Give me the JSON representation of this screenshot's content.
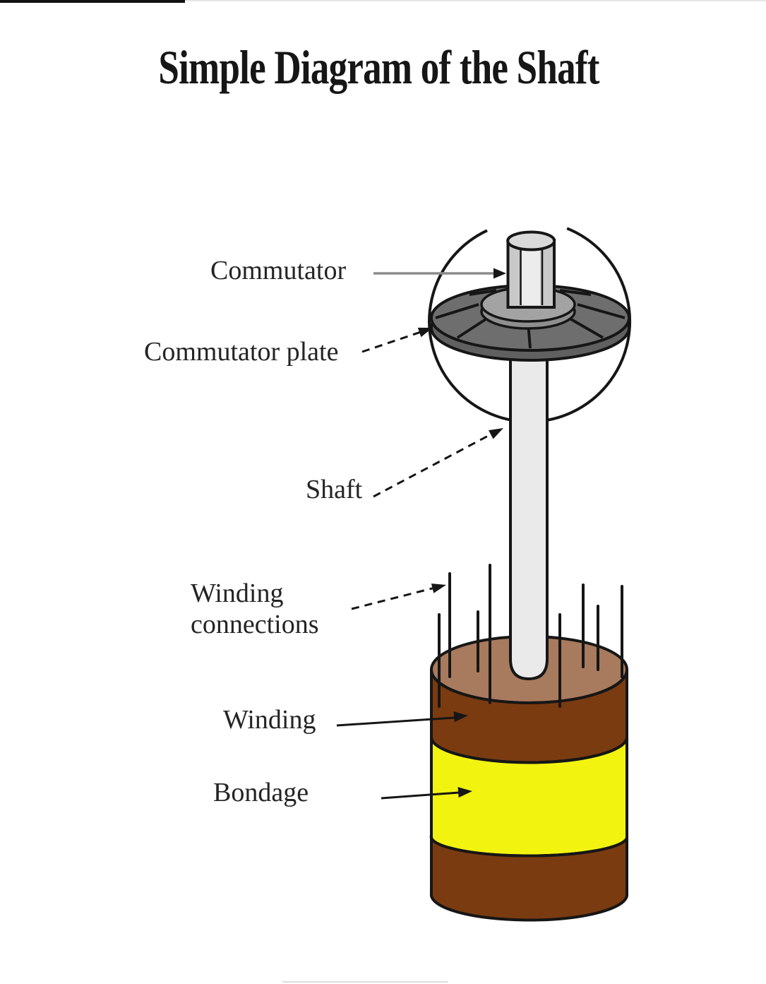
{
  "title": "Simple Diagram of the Shaft",
  "labels": {
    "commutator": "Commutator",
    "commutator_plate": "Commutator plate",
    "shaft": "Shaft",
    "winding_connections": "Winding\nconnections",
    "winding": "Winding",
    "bondage": "Bondage"
  },
  "colors": {
    "outline": "#161616",
    "leader_gray": "#8c8c8c",
    "plate_top": "#6e6e6e",
    "plate_rim": "#606060",
    "hub_top": "#a3a3a3",
    "hub_rim": "#8f8f8f",
    "commutator_body": "#c9c9c9",
    "commutator_highlight": "#ececec",
    "commutator_top": "#d9d9d9",
    "shaft": "#eaeaea",
    "winding_face": "#a87a5e",
    "winding_body": "#7a3b10",
    "bondage": "#f2f410",
    "background": "#ffffff"
  }
}
